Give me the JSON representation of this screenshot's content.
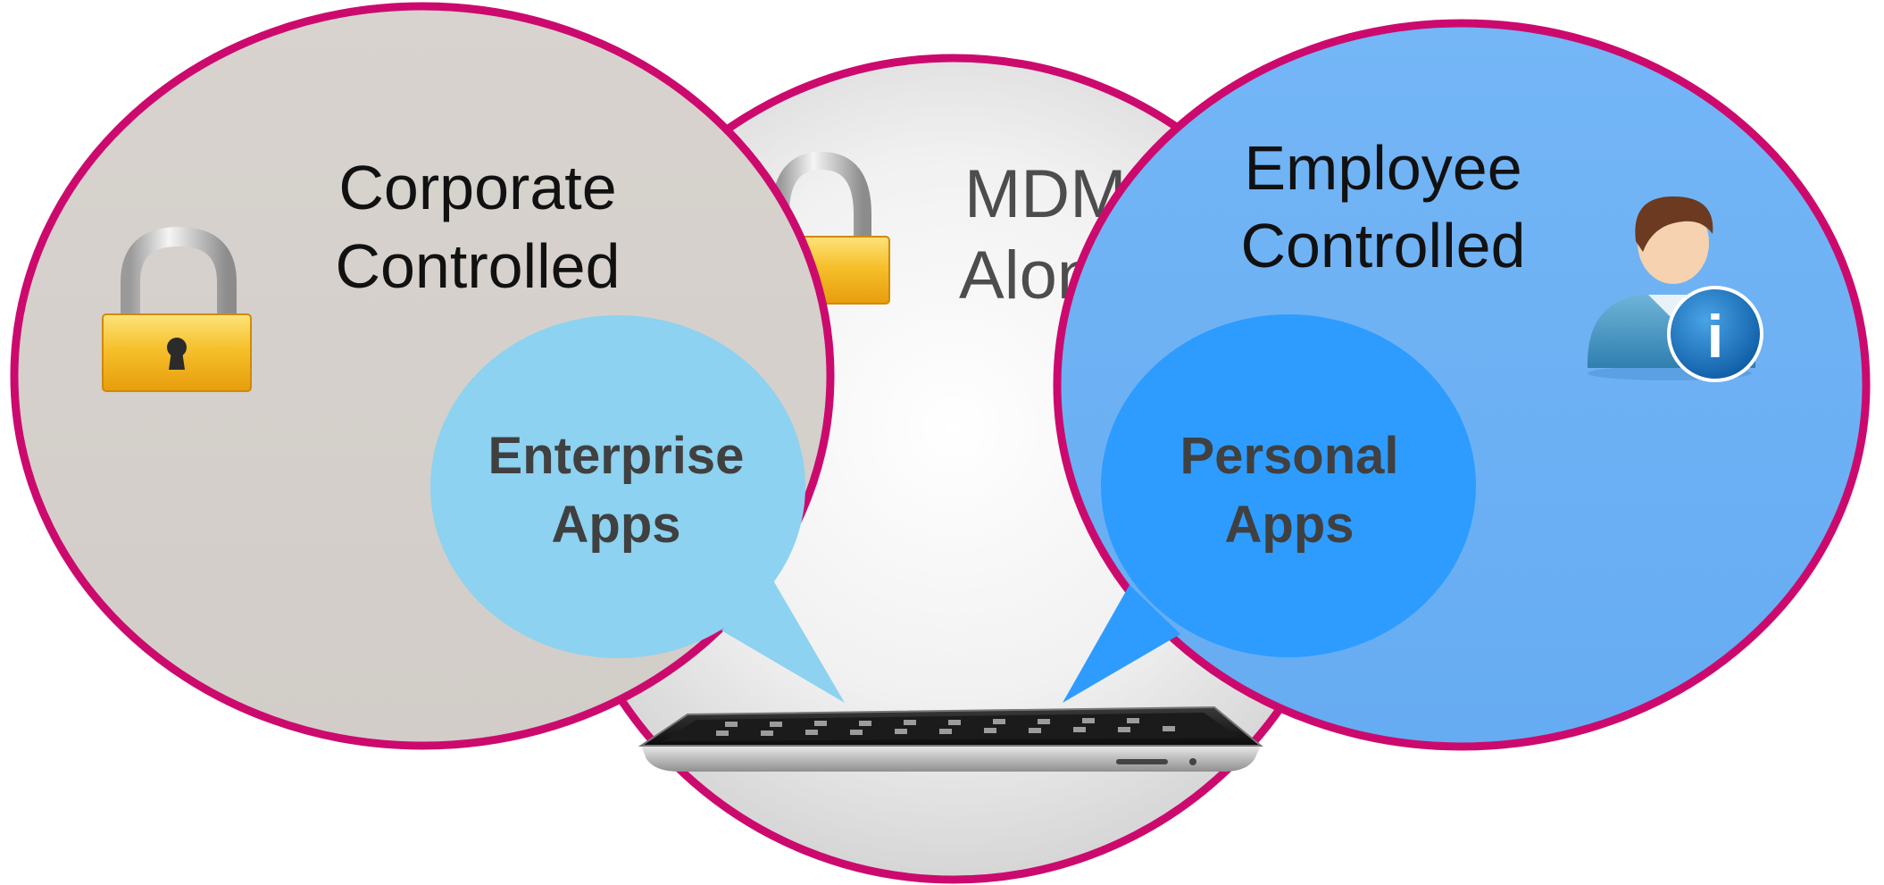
{
  "diagram": {
    "center_circle": {
      "line1": "MDM",
      "line2": "Alon",
      "lock_icon": "padlock-icon"
    },
    "left_circle": {
      "line1": "Corporate",
      "line2": "Controlled",
      "lock_icon": "padlock-icon"
    },
    "right_circle": {
      "line1": "Employee",
      "line2": "Controlled",
      "user_icon": "user-info-icon",
      "info_glyph": "i"
    },
    "enterprise_bubble": {
      "line1": "Enterprise",
      "line2": "Apps"
    },
    "personal_bubble": {
      "line1": "Personal",
      "line2": "Apps"
    },
    "device_icon": "tablet-icon"
  },
  "colors": {
    "ring_border": "#cc0a6e",
    "left_fill": "#d6d1cc",
    "right_fill": "#6fb2f4",
    "enterprise_bubble": "#8dd2f0",
    "personal_bubble": "#2e9cff",
    "lock_gold": "#f3b715"
  }
}
